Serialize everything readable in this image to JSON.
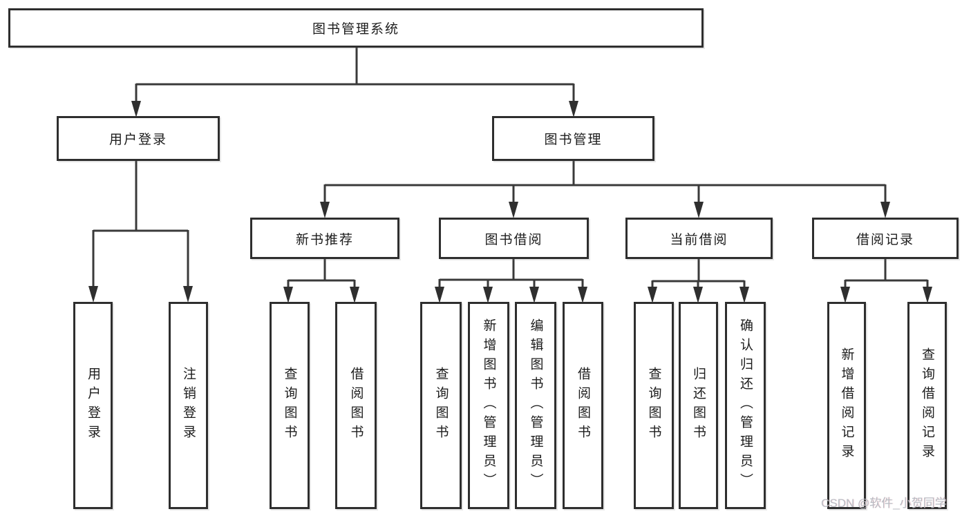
{
  "diagram": {
    "type": "hierarchy-tree",
    "colors": {
      "background": "#ffffff",
      "box_border": "#2e2e2e",
      "line": "#3a3a3a",
      "text": "#1c1c1c",
      "watermark": "#b9bdc4"
    },
    "nodes": {
      "root": {
        "label": "图书管理系统"
      },
      "login_group": {
        "label": "用户登录"
      },
      "book_mgmt": {
        "label": "图书管理"
      },
      "new_book": {
        "label": "新书推荐"
      },
      "book_borrow": {
        "label": "图书借阅"
      },
      "cur_borrow": {
        "label": "当前借阅"
      },
      "borrow_rec": {
        "label": "借阅记录"
      },
      "user_login": {
        "label": "用户登录"
      },
      "logout": {
        "label": "注销登录"
      },
      "nb_query": {
        "label": "查询图书"
      },
      "nb_borrow": {
        "label": "借阅图书"
      },
      "bb_query": {
        "label": "查询图书"
      },
      "bb_add": {
        "label": "新增图书（管理员）"
      },
      "bb_edit": {
        "label": "编辑图书（管理员）"
      },
      "bb_borrow": {
        "label": "借阅图书"
      },
      "cb_query": {
        "label": "查询图书"
      },
      "cb_return": {
        "label": "归还图书"
      },
      "cb_confirm": {
        "label": "确认归还（管理员）"
      },
      "br_add": {
        "label": "新增借阅记录"
      },
      "br_query": {
        "label": "查询借阅记录"
      }
    },
    "hierarchy": {
      "图书管理系统": {
        "用户登录": [
          "用户登录",
          "注销登录"
        ],
        "图书管理": {
          "新书推荐": [
            "查询图书",
            "借阅图书"
          ],
          "图书借阅": [
            "查询图书",
            "新增图书（管理员）",
            "编辑图书（管理员）",
            "借阅图书"
          ],
          "当前借阅": [
            "查询图书",
            "归还图书",
            "确认归还（管理员）"
          ],
          "借阅记录": [
            "新增借阅记录",
            "查询借阅记录"
          ]
        }
      }
    }
  },
  "watermark": {
    "text": "CSDN @软件_小贺同学"
  }
}
